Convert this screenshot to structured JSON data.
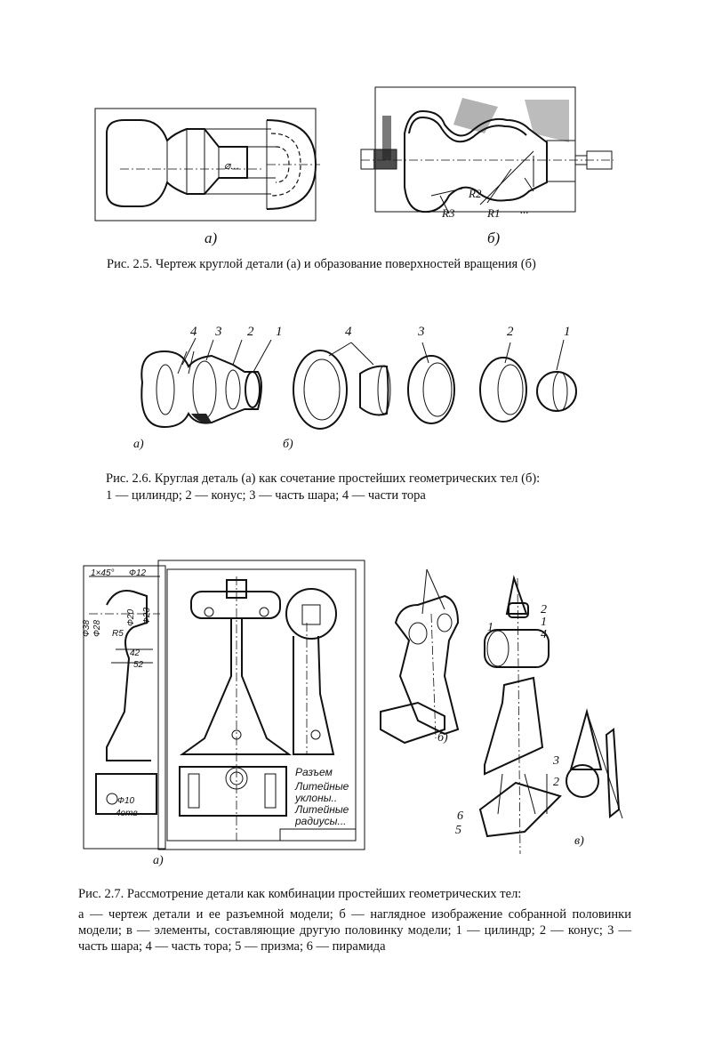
{
  "fig25": {
    "label_a": "а)",
    "label_b": "б)",
    "dim_phi": "⌀...",
    "R1": "R1",
    "R2": "R2",
    "R3": "R3",
    "dots": "...",
    "caption": "Рис. 2.5. Чертеж круглой детали (а) и образование поверхностей вращения (б)"
  },
  "fig26": {
    "numbers_a": [
      "4",
      "3",
      "2",
      "1"
    ],
    "numbers_b": [
      "4",
      "3",
      "2",
      "1"
    ],
    "label_a": "а)",
    "label_b": "б)",
    "caption_line1": "Рис. 2.6. Круглая деталь (а) как сочетание простейших геометрических тел (б):",
    "caption_line2": "1 — цилиндр; 2 — конус; 3 — часть шара; 4 — части тора"
  },
  "fig27": {
    "dims": [
      "1×45°",
      "Ф12",
      "Ф38",
      "Ф28",
      "Ф20",
      "Ф23",
      "R5",
      "42",
      "52",
      "Ф10",
      "4отв"
    ],
    "notes": [
      "Разъем",
      "Литейные",
      "уклоны..",
      "Литейные",
      "радиусы..."
    ],
    "numbers_c": [
      "2",
      "1",
      "1",
      "4",
      "3",
      "2",
      "6",
      "5"
    ],
    "label_a": "а)",
    "label_b": "б)",
    "label_c": "в)",
    "caption_line1": "Рис. 2.7. Рассмотрение детали как комбинации простейших геометрических тел:",
    "caption_rest": "а — чертеж детали и ее разъемной модели; б — наглядное изображение собранной половинки модели; в — элементы, составляющие другую половинку модели; 1 — цилиндр; 2 — конус; 3 — часть шара; 4 — часть тора; 5 — призма; 6 — пирамида"
  }
}
